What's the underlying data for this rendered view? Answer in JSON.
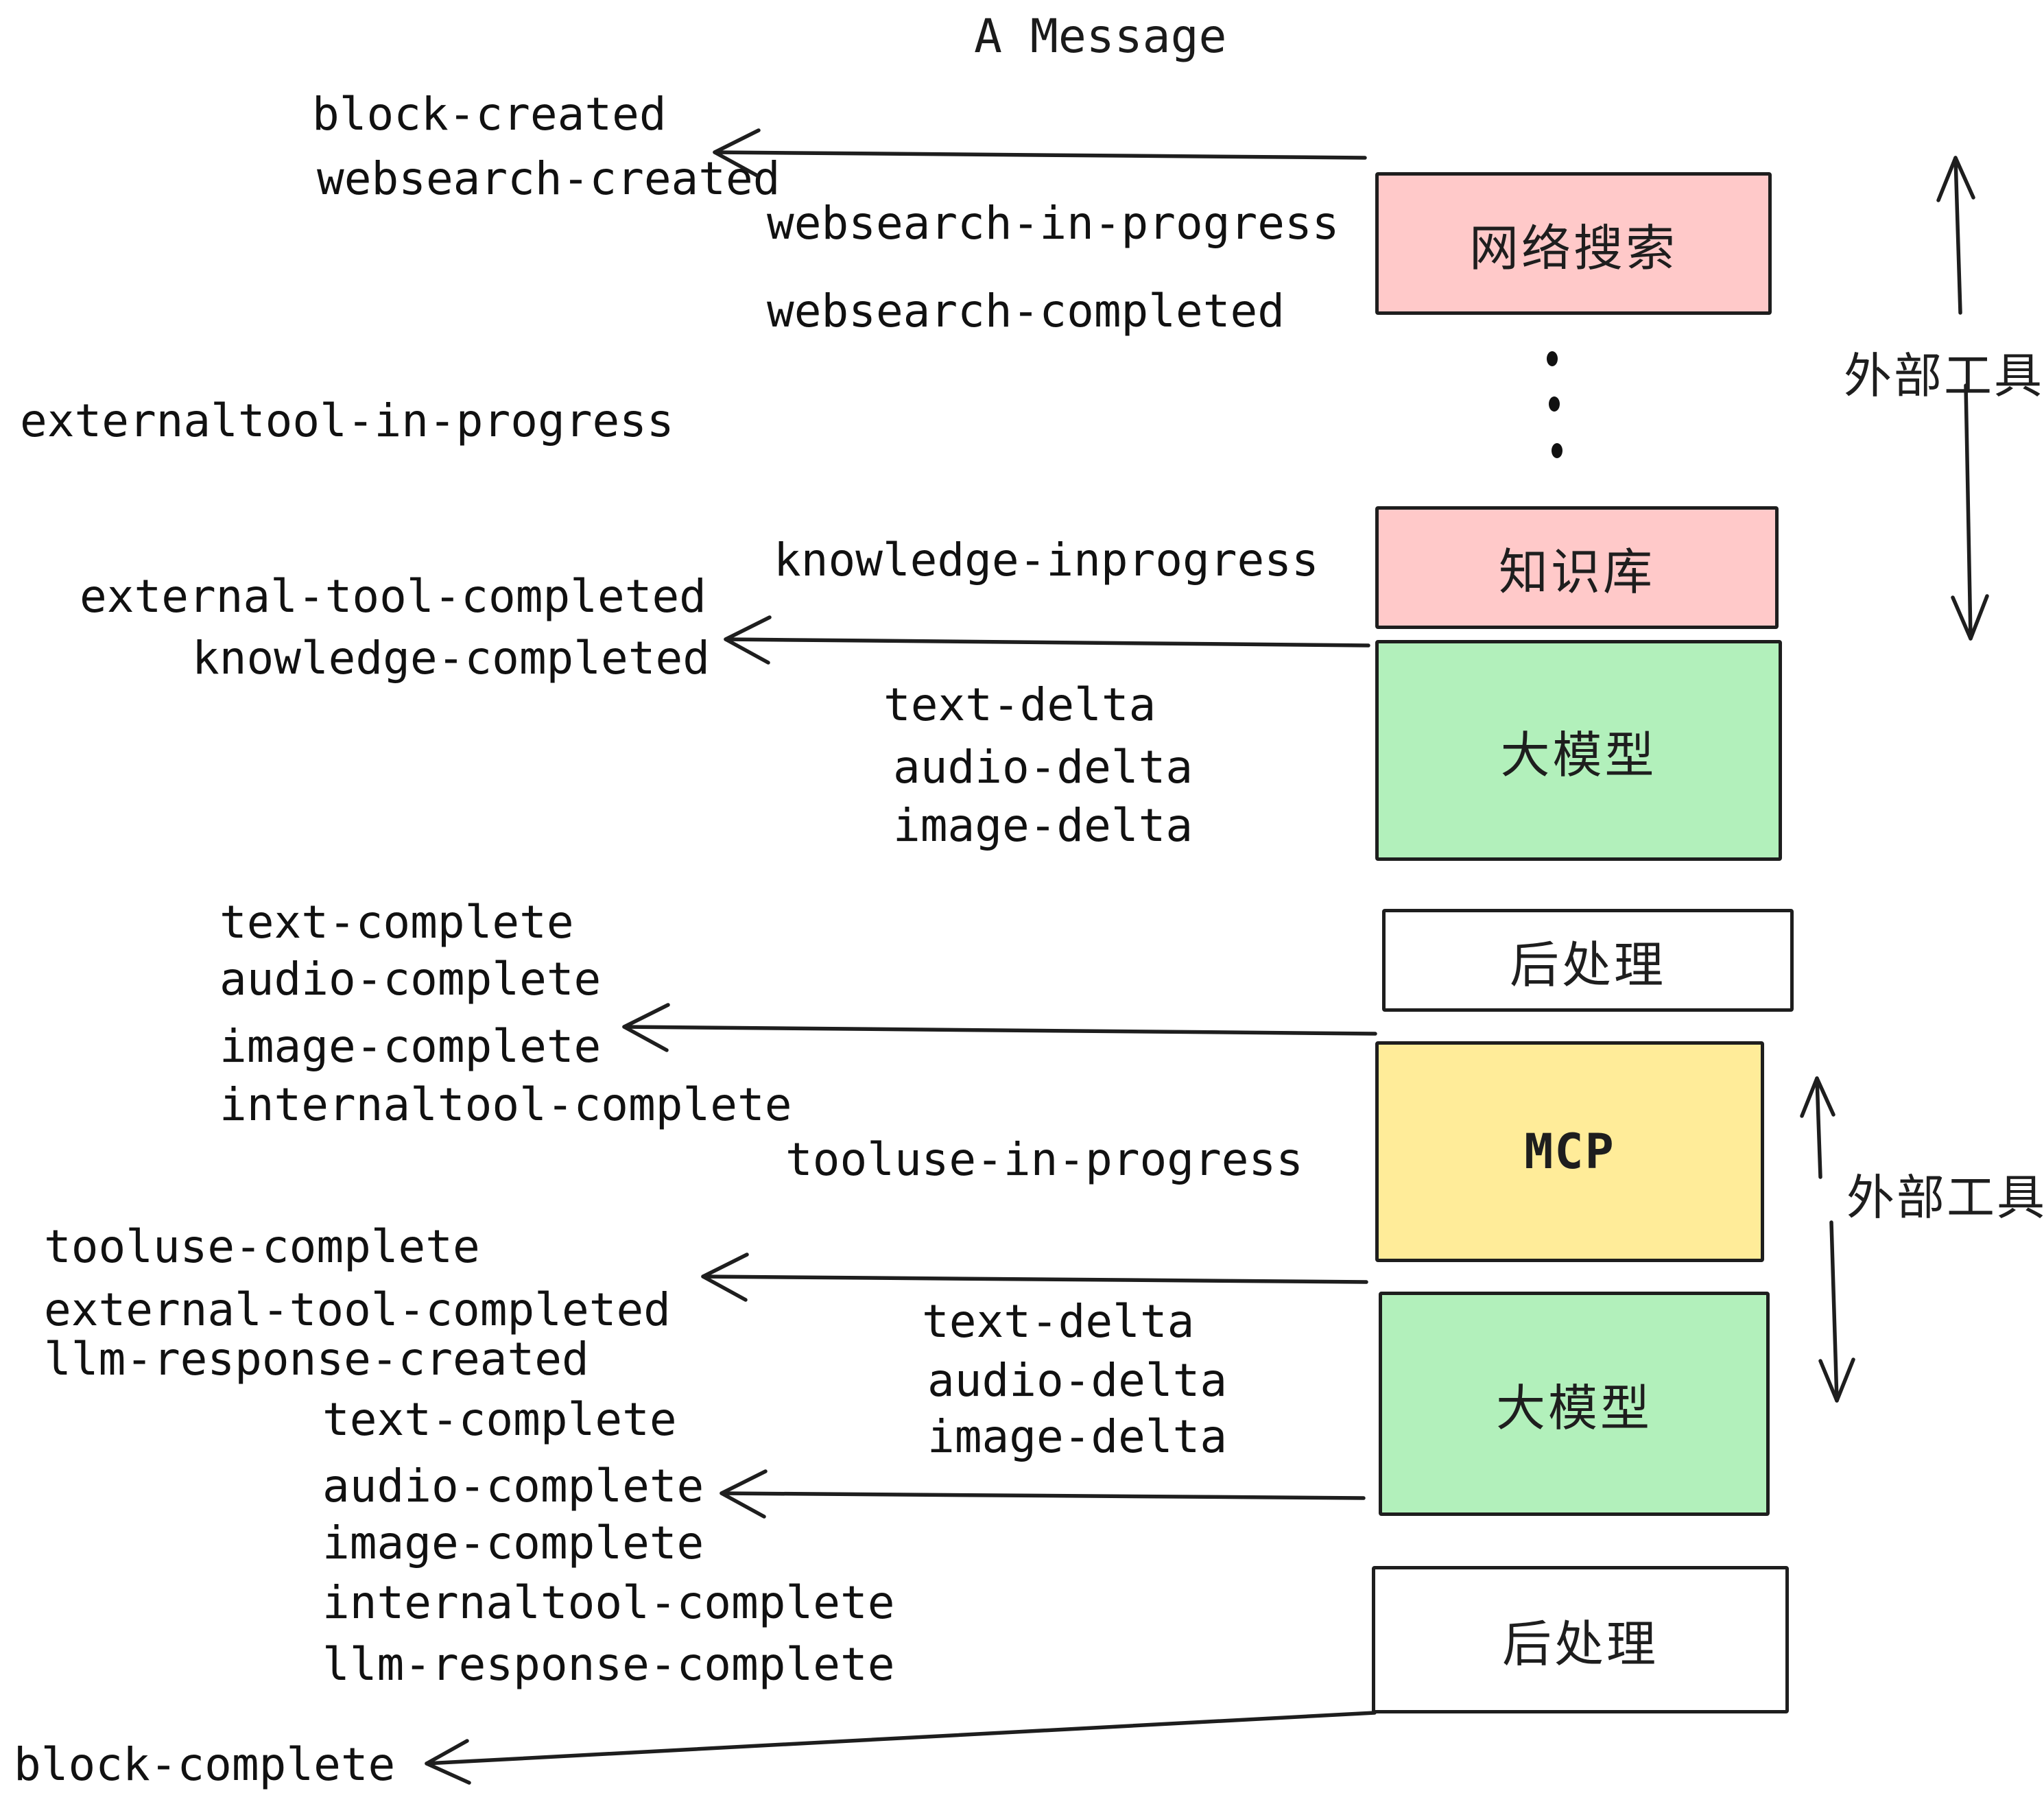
{
  "title": "A Message",
  "colors": {
    "pink": "#ffc9c9",
    "green": "#b2f0bb",
    "yellow": "#ffec99",
    "white": "#ffffff",
    "ink": "#1e1e1e"
  },
  "boxes": {
    "websearch": "网络搜索",
    "knowledge": "知识库",
    "llm": "大模型",
    "postprocess": "后处理",
    "mcp": "MCP"
  },
  "side_labels": {
    "external_tool": "外部工具"
  },
  "events": {
    "block_created": "block-created",
    "websearch_created": "websearch-created",
    "websearch_in_progress": "websearch-in-progress",
    "websearch_completed": "websearch-completed",
    "externaltool_in_progress": "externaltool-in-progress",
    "knowledge_inprogress": "knowledge-inprogress",
    "external_tool_completed": "external-tool-completed",
    "knowledge_completed": "knowledge-completed",
    "text_delta": "text-delta",
    "audio_delta": "audio-delta",
    "image_delta": "image-delta",
    "text_complete": "text-complete",
    "audio_complete": "audio-complete",
    "image_complete": "image-complete",
    "internaltool_complete": "internaltool-complete",
    "tooluse_in_progress": "tooluse-in-progress",
    "tooluse_complete": "tooluse-complete",
    "llm_response_created": "llm-response-created",
    "llm_response_complete": "llm-response-complete",
    "block_complete": "block-complete"
  }
}
